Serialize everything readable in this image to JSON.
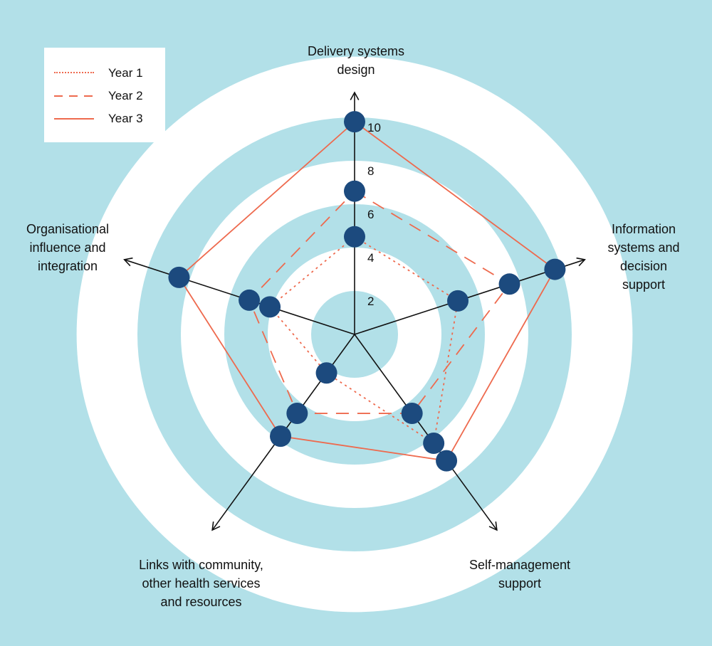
{
  "chart_data": {
    "type": "radar",
    "axes": [
      [
        "Delivery systems",
        "design"
      ],
      [
        "Information",
        "systems and",
        "decision",
        "support"
      ],
      [
        "Self-management",
        "support"
      ],
      [
        "Links with community,",
        "other health services",
        "and resources"
      ],
      [
        "Organisational",
        "influence and",
        "integration"
      ]
    ],
    "rlim": [
      0,
      10
    ],
    "ticks": [
      "2",
      "4",
      "6",
      "8",
      "10"
    ],
    "series": [
      {
        "name": "Year 1",
        "style": "dotted",
        "values": [
          4.5,
          5.0,
          6.2,
          2.2,
          4.1
        ]
      },
      {
        "name": "Year 2",
        "style": "dashed",
        "values": [
          6.6,
          7.5,
          4.5,
          4.5,
          5.1
        ]
      },
      {
        "name": "Year 3",
        "style": "solid",
        "values": [
          9.8,
          9.7,
          7.2,
          5.8,
          8.5
        ]
      }
    ],
    "colors": {
      "line": "#ee6a4e",
      "marker": "#1c4a7e",
      "background": "#b2e0e8",
      "ring": "#ffffff"
    }
  }
}
